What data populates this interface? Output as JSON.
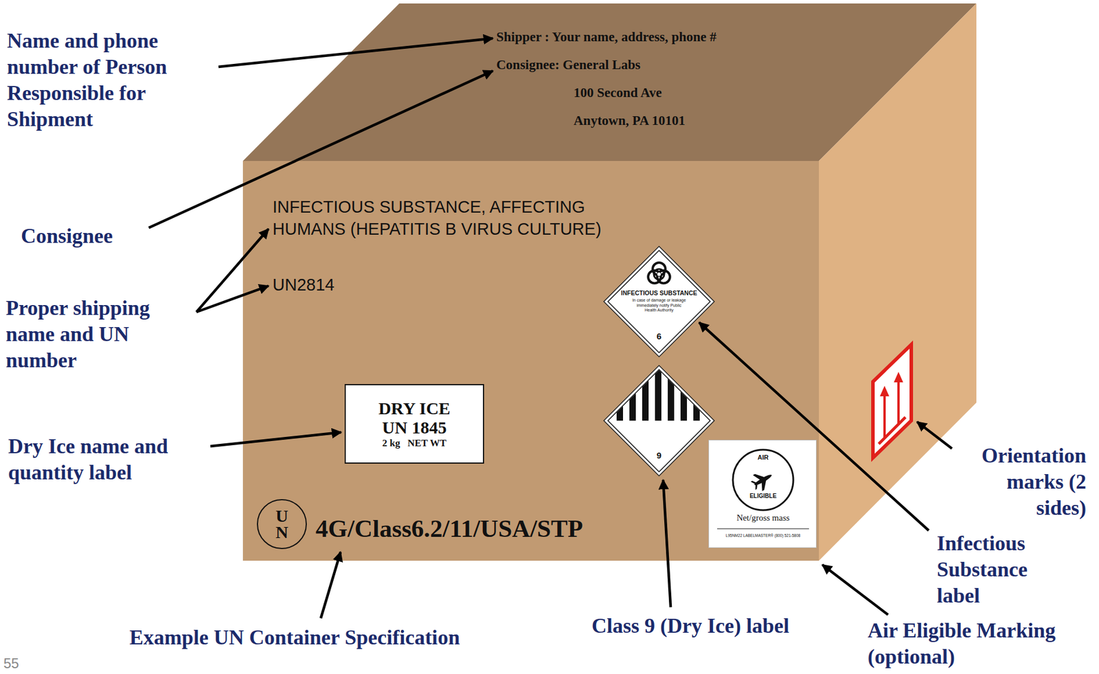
{
  "diagram": {
    "nodes": [
      {
        "text": [
          "INFECTIOUS SUBSTANCE",
          "In case of damage or leakage immediately notify Public Health Authority",
          "6"
        ]
      },
      {
        "text": [
          "DRY ICE",
          "UN 1845",
          "2 kg   NET WT"
        ]
      },
      {
        "text": [
          "9"
        ]
      },
      {
        "text": [
          "AIR",
          "ELIGIBLE",
          "Net/gross mass",
          "L95NM22   LABELMASTER®   (800) 521-5808"
        ]
      },
      {
        "text": [
          "U N"
        ]
      }
    ],
    "labels": [
      "Name and phone number of Person Responsible for Shipment",
      "Shipper : Your name, address, phone #",
      "Consignee:  General Labs",
      "100 Second Ave",
      "Anytown, PA 10101",
      "Consignee",
      "INFECTIOUS SUBSTANCE, AFFECTING HUMANS (HEPATITIS B VIRUS CULTURE)",
      "UN2814",
      "Proper shipping name and UN number",
      "Dry Ice name and quantity label",
      "4G/Class6.2/11/USA/STP",
      "Example UN Container Specification",
      "Class 9 (Dry Ice) label",
      "Air Eligible Marking (optional)",
      "Orientation marks (2 sides)",
      "Infectious Substance label",
      "55"
    ]
  }
}
